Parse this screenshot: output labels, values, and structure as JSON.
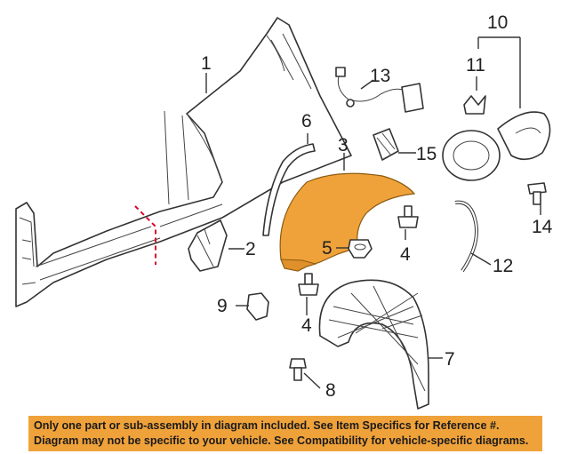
{
  "callouts": {
    "c1": "1",
    "c2": "2",
    "c3": "3",
    "c4a": "4",
    "c4b": "4",
    "c5": "5",
    "c6": "6",
    "c7": "7",
    "c8": "8",
    "c9": "9",
    "c10": "10",
    "c11": "11",
    "c12": "12",
    "c13": "13",
    "c14": "14",
    "c15": "15"
  },
  "colors": {
    "highlight_part": "#f0a23a",
    "cut_line": "#e0002a",
    "disclaimer_bg": "#f0a23a"
  },
  "disclaimer": {
    "line1": "Only one part or sub-assembly in diagram included. See Item Specifics for Reference #.",
    "line2": "Diagram may not be specific to your vehicle. See Compatibility for vehicle-specific diagrams."
  }
}
